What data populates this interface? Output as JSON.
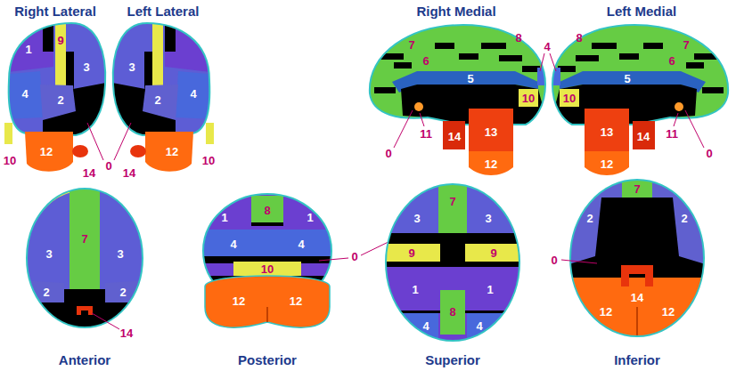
{
  "diagram": {
    "labels": [
      "Right Lateral",
      "Left Lateral",
      "Right Medial",
      "Left Medial",
      "1",
      "9",
      "3",
      "4",
      "2",
      "10",
      "12",
      "14",
      "3",
      "2",
      "4",
      "10",
      "12",
      "14",
      "0",
      "7",
      "8",
      "6",
      "5",
      "10",
      "14",
      "13",
      "12",
      "11",
      "0",
      "4",
      "8",
      "7",
      "6",
      "5",
      "10",
      "13",
      "14",
      "12",
      "11",
      "0",
      "7",
      "3",
      "3",
      "2",
      "2",
      "14",
      "Anterior",
      "8",
      "1",
      "1",
      "4",
      "4",
      "10",
      "12",
      "12",
      "Posterior",
      "0",
      "7",
      "3",
      "3",
      "9",
      "9",
      "1",
      "1",
      "8",
      "4",
      "4",
      "Superior",
      "7",
      "2",
      "2",
      "0",
      "12",
      "12",
      "14",
      "Inferior"
    ]
  }
}
